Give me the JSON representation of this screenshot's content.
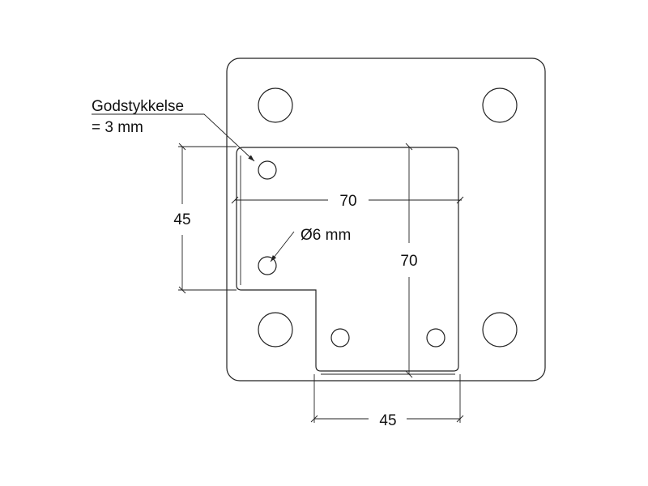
{
  "drawing": {
    "thickness_label": "Godstykkelse",
    "thickness_value": "= 3 mm",
    "hole_label": "Ø6 mm",
    "dimensions": {
      "left_height": "45",
      "top_width": "70",
      "right_height": "70",
      "bottom_width": "45"
    }
  }
}
